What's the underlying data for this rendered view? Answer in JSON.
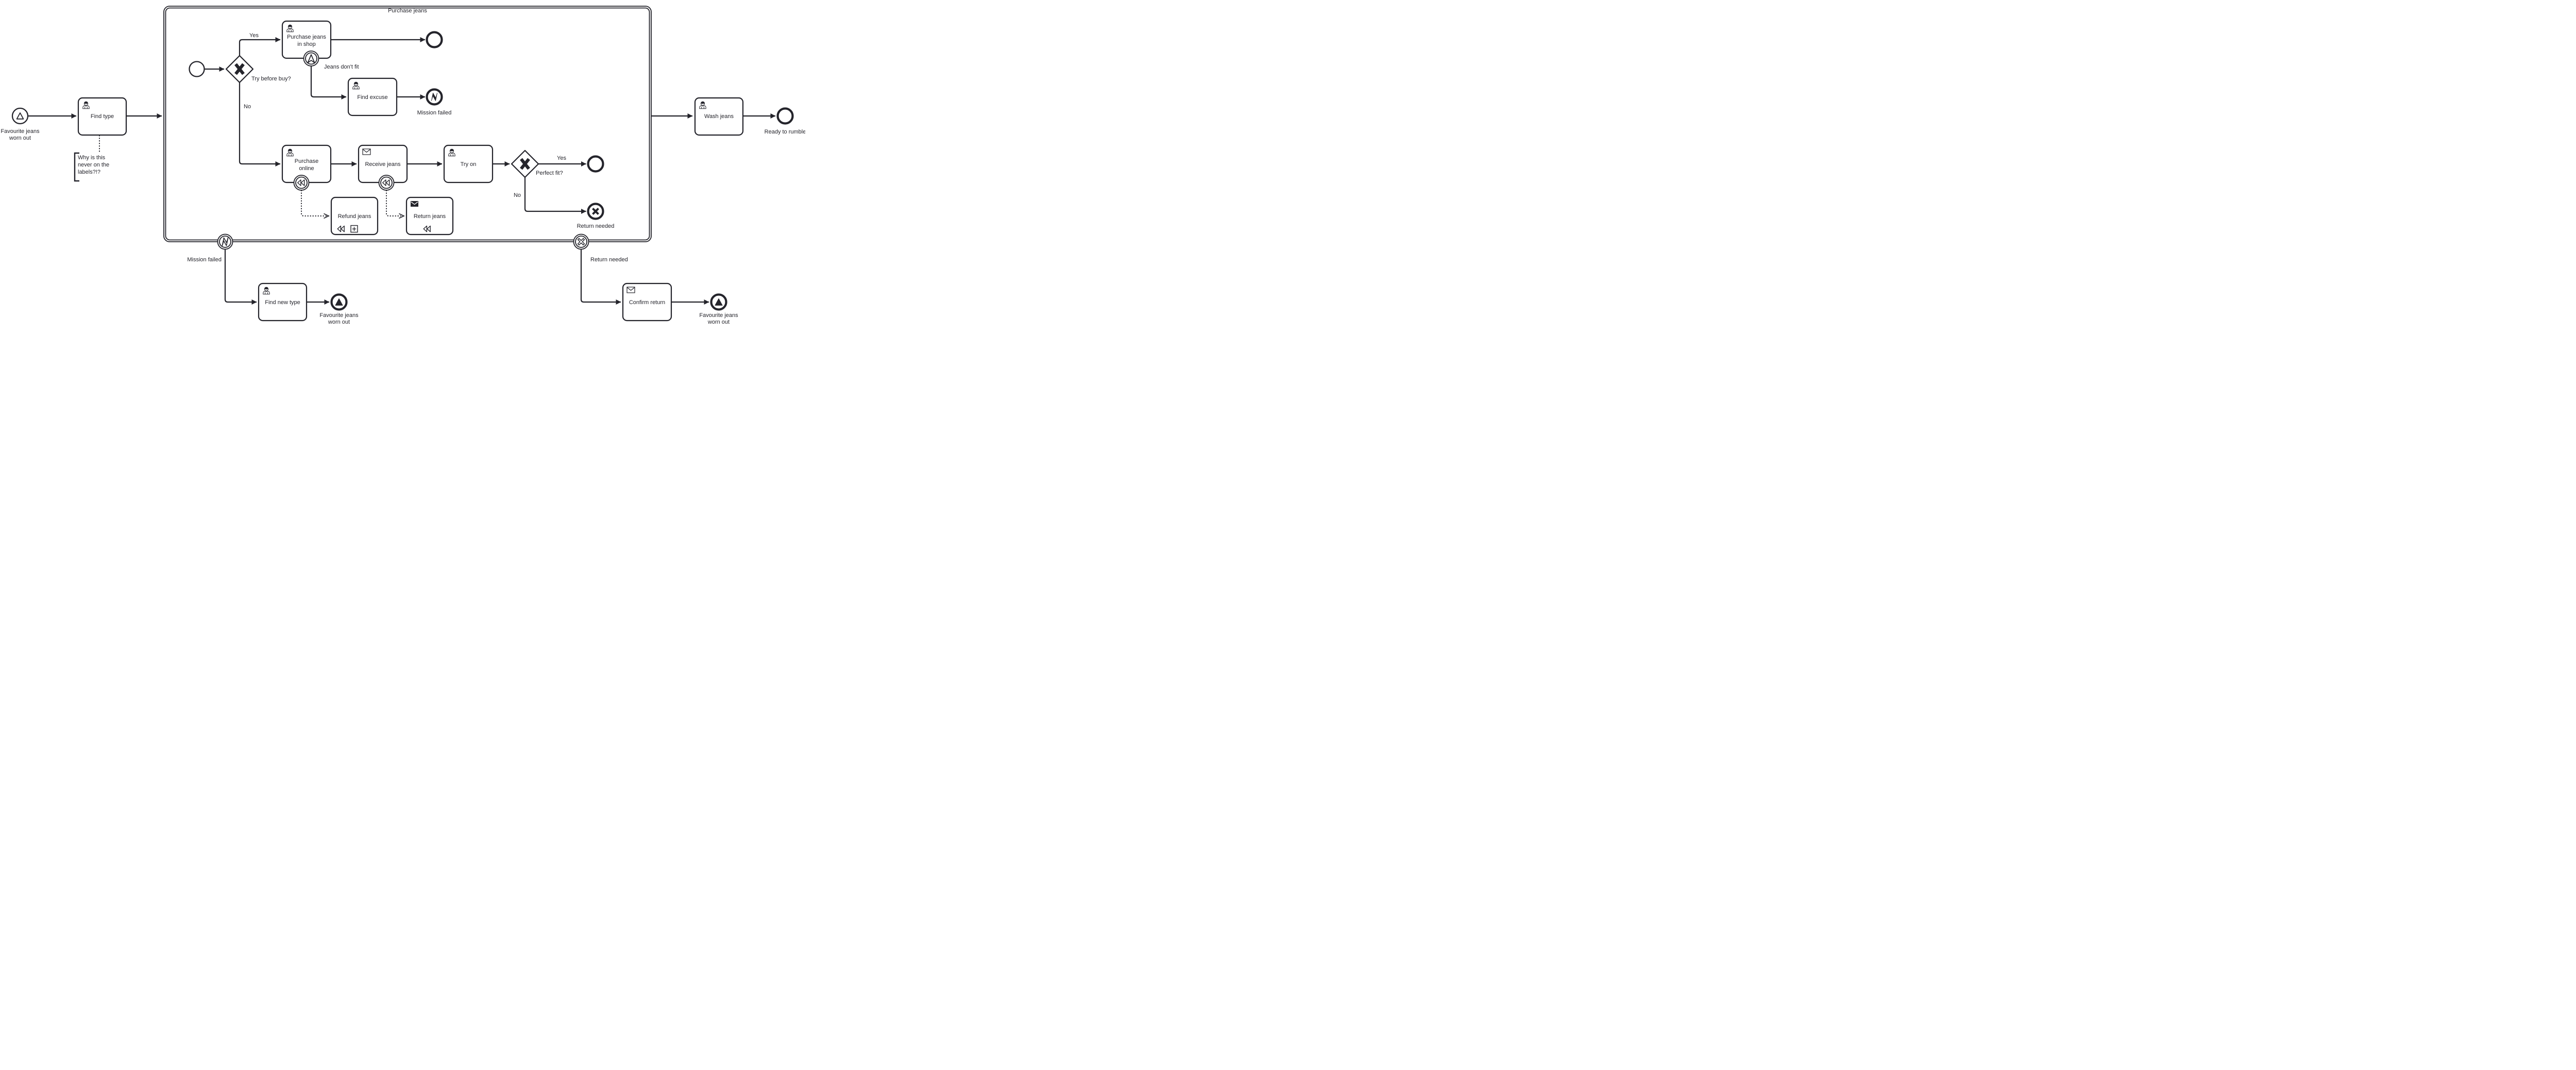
{
  "diagram": {
    "colors": {
      "stroke": "#24242b",
      "background": "#ffffff"
    },
    "title": "Purchase jeans",
    "start_main": {
      "line1": "Favourite jeans",
      "line2": "worn out"
    },
    "find_type": {
      "label": "Find type"
    },
    "annotation": {
      "line1": "Why is this",
      "line2": "never on the",
      "line3": "labels?!?"
    },
    "gateway_try_before_buy": {
      "label": "Try before buy?",
      "yes": "Yes",
      "no": "No"
    },
    "purchase_jeans_in_shop": {
      "line1": "Purchase jeans",
      "line2": "in shop"
    },
    "boundary_jeans_dont_fit": {
      "label": "Jeans don't fit"
    },
    "find_excuse": {
      "label": "Find excuse"
    },
    "end_mission_failed": {
      "label": "Mission failed"
    },
    "purchase_online": {
      "line1": "Purchase",
      "line2": "online"
    },
    "receive_jeans": {
      "label": "Receive jeans"
    },
    "try_on": {
      "label": "Try on"
    },
    "gateway_perfect_fit": {
      "label": "Perfect fit?",
      "yes": "Yes",
      "no": "No"
    },
    "end_return_needed": {
      "label": "Return needed"
    },
    "refund_jeans": {
      "label": "Refund jeans"
    },
    "return_jeans": {
      "label": "Return jeans"
    },
    "boundary_mission_failed": {
      "label": "Mission failed"
    },
    "boundary_return_needed": {
      "label": "Return needed"
    },
    "find_new_type": {
      "label": "Find new type"
    },
    "end_signal_left": {
      "line1": "Favourite jeans",
      "line2": "worn out"
    },
    "confirm_return": {
      "label": "Confirm return"
    },
    "end_signal_right": {
      "line1": "Favourite jeans",
      "line2": "worn out"
    },
    "wash_jeans": {
      "label": "Wash jeans"
    },
    "end_ready": {
      "label": "Ready to rumble"
    }
  }
}
